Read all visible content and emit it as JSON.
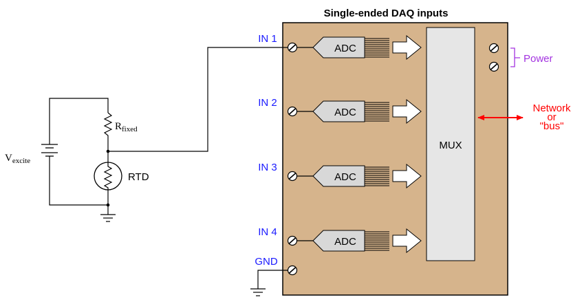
{
  "title": "Single-ended DAQ inputs",
  "inputs": [
    {
      "label": "IN 1"
    },
    {
      "label": "IN 2"
    },
    {
      "label": "IN 3"
    },
    {
      "label": "IN 4"
    }
  ],
  "gnd_label": "GND",
  "adc_label": "ADC",
  "mux_label": "MUX",
  "power_label": "Power",
  "network_label": {
    "line1": "Network",
    "line2": "or",
    "line3": "\"bus\""
  },
  "circuit": {
    "source_label": "V",
    "source_subscript": "excite",
    "resistor_label": "R",
    "resistor_subscript": "fixed",
    "rtd_label": "RTD"
  },
  "colors": {
    "daq_box": "#d6b48c",
    "input_label": "#1a1aff",
    "power": "#a333e0",
    "network": "#ff0000",
    "adc_fill": "#d8d8d8",
    "mux_fill": "#e6e6e6",
    "line": "#000000"
  },
  "icons": [
    "screw-terminal-icon",
    "ground-symbol-icon",
    "battery-icon",
    "resistor-icon",
    "rtd-icon",
    "arrow-icon"
  ]
}
